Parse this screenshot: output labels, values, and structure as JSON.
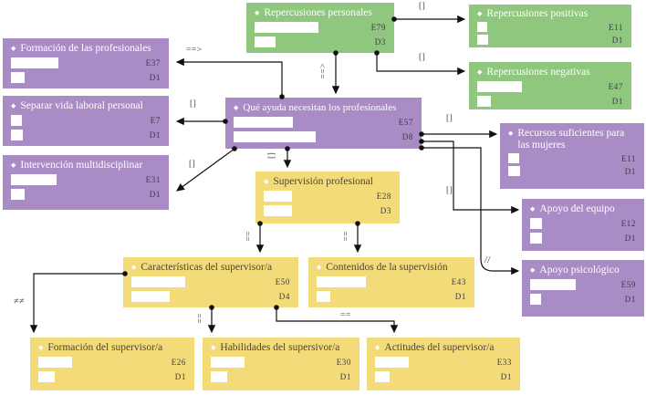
{
  "colors": {
    "green": "#8ec77d",
    "purple": "#a98bc6",
    "yellow": "#f4db79",
    "line": "#111111",
    "code_text": "#3a3a44",
    "title_light": "#ffffff",
    "title_dark": "#4c4636"
  },
  "icons": {
    "diamond": "◆"
  },
  "boxes": {
    "repercusiones_personales": {
      "title": "Repercusiones personales",
      "e": "E79",
      "d": "D3"
    },
    "repercusiones_positivas": {
      "title": "Repercusiones positivas",
      "e": "E11",
      "d": "D1"
    },
    "repercusiones_negativas": {
      "title": "Repercusiones negativas",
      "e": "E47",
      "d": "D1"
    },
    "formacion_profesionales": {
      "title": "Formación de las profesionales",
      "e": "E37",
      "d": "D1"
    },
    "separar_vida_laboral": {
      "title": "Separar vida laboral personal",
      "e": "E7",
      "d": "D1"
    },
    "intervencion_multidisciplinar": {
      "title": "Intervención multidisciplinar",
      "e": "E31",
      "d": "D1"
    },
    "que_ayuda": {
      "title": "Qué ayuda necesitan los profesionales",
      "e": "E57",
      "d": "D8"
    },
    "recursos_suficientes": {
      "title": "Recursos suficientes para las mujeres",
      "e": "E11",
      "d": "D1"
    },
    "apoyo_equipo": {
      "title": "Apoyo del equipo",
      "e": "E12",
      "d": "D1"
    },
    "apoyo_psicologico": {
      "title": "Apoyo psicológico",
      "e": "E59",
      "d": "D1"
    },
    "supervision_profesional": {
      "title": "Supervisión profesional",
      "e": "E28",
      "d": "D3"
    },
    "caracteristicas_supervisor": {
      "title": "Características del supervisor/a",
      "e": "E50",
      "d": "D4"
    },
    "contenidos_supervision": {
      "title": "Contenidos de la supervisión",
      "e": "E43",
      "d": "D1"
    },
    "formacion_supervisor": {
      "title": "Formación del supervisor/a",
      "e": "E26",
      "d": "D1"
    },
    "habilidades_supervisor": {
      "title": "Habilidades del supersivor/a",
      "e": "E30",
      "d": "D1"
    },
    "actitudes_supervisor": {
      "title": "Actitudes del supervisor/a",
      "e": "E33",
      "d": "D1"
    }
  },
  "edge_labels": {
    "personales_positivas": "[]",
    "personales_negativas": "[]",
    "personales_que_ayuda": "==>",
    "que_ayuda_formacion": "==>",
    "que_ayuda_separar": "[]",
    "que_ayuda_intervencion": "[]",
    "que_ayuda_supervision": "[]",
    "que_ayuda_recursos": "[]",
    "que_ayuda_equipo": "[]",
    "que_ayuda_psicologico": "//",
    "supervision_caracteristicas": "==",
    "supervision_contenidos": "==",
    "caracteristicas_formacion": "≠≠",
    "caracteristicas_habilidades": "==",
    "caracteristicas_actitudes": "=="
  }
}
